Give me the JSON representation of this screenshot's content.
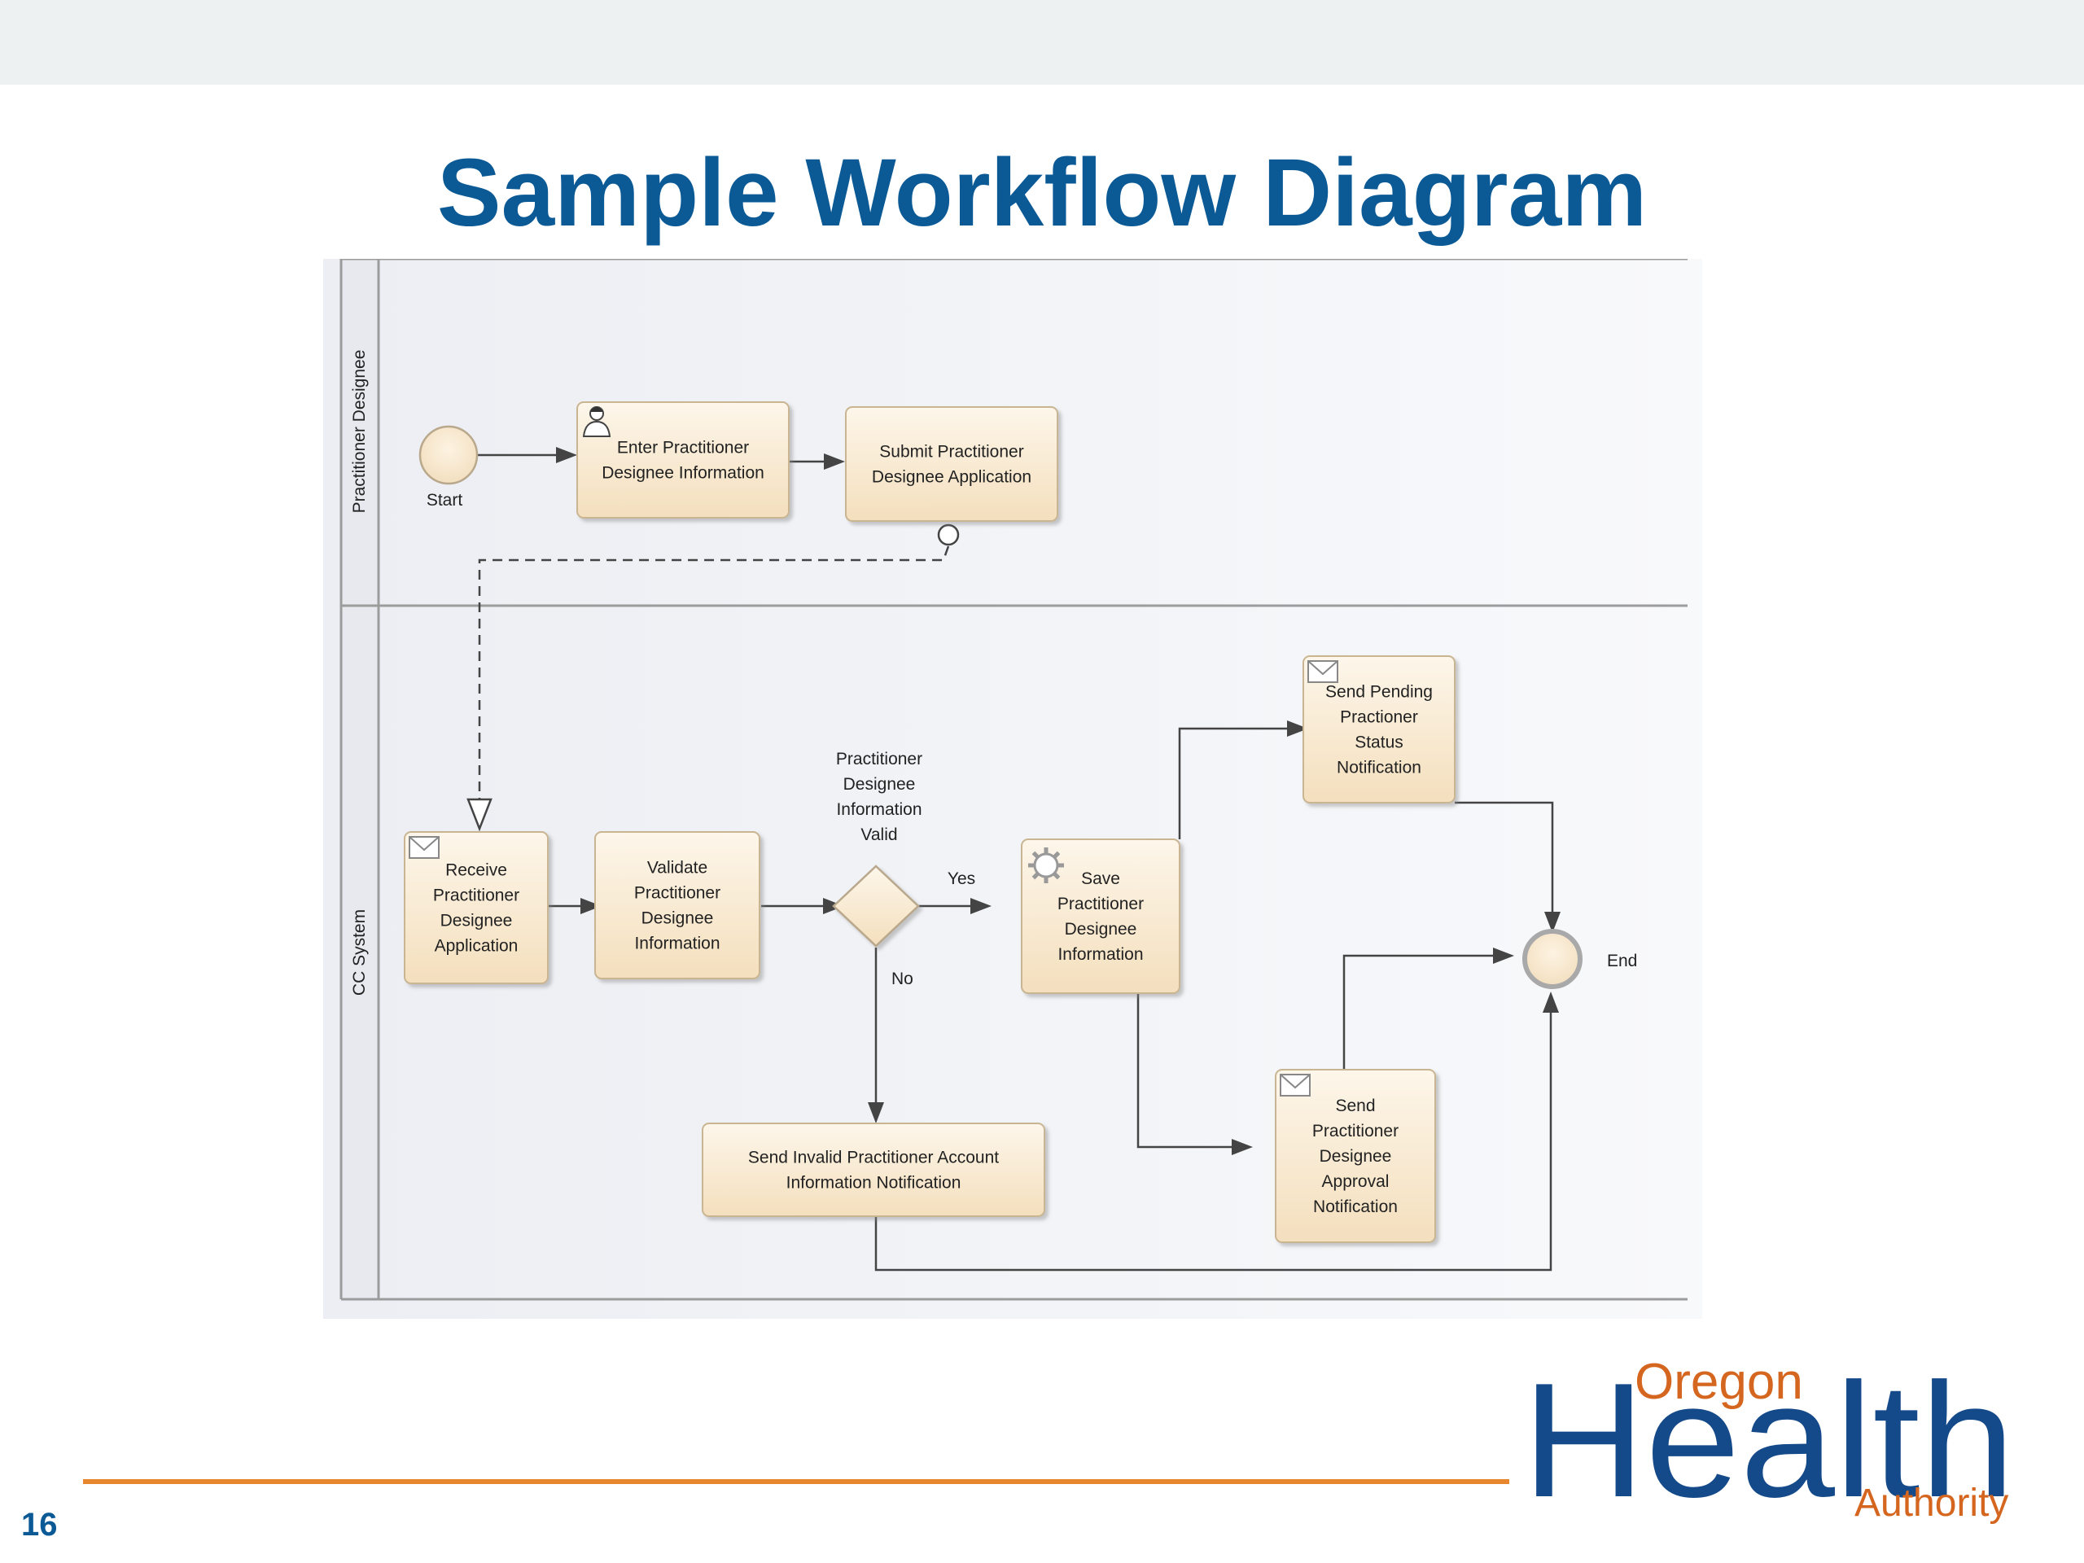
{
  "slide": {
    "title": "Sample Workflow Diagram",
    "page_number": "16"
  },
  "lanes": {
    "top": "Practitioner Designee",
    "bottom": "CC System"
  },
  "events": {
    "start": "Start",
    "end": "End"
  },
  "tasks": {
    "enter_info": [
      "Enter Practitioner",
      "Designee Information"
    ],
    "submit_app": [
      "Submit Practitioner",
      "Designee Application"
    ],
    "receive_app": [
      "Receive",
      "Practitioner",
      "Designee",
      "Application"
    ],
    "validate_info": [
      "Validate",
      "Practitioner",
      "Designee",
      "Information"
    ],
    "save_info": [
      "Save",
      "Practitioner",
      "Designee",
      "Information"
    ],
    "send_pending": [
      "Send Pending",
      "Practioner",
      "Status",
      "Notification"
    ],
    "send_approval": [
      "Send",
      "Practitioner",
      "Designee",
      "Approval",
      "Notification"
    ],
    "send_invalid": [
      "Send Invalid Practitioner Account",
      "Information Notification"
    ]
  },
  "gateway": {
    "label": [
      "Practitioner",
      "Designee",
      "Information",
      "Valid"
    ],
    "yes_label": "Yes",
    "no_label": "No"
  },
  "logo": {
    "oregon": "Oregon",
    "health": "Health",
    "authority": "Authority"
  },
  "colors": {
    "title_blue": "#0b5a96",
    "footer_orange": "#e8862f",
    "task_fill": "#f8e8cf",
    "logo_blue": "#154a8a",
    "logo_orange": "#d5661f"
  }
}
